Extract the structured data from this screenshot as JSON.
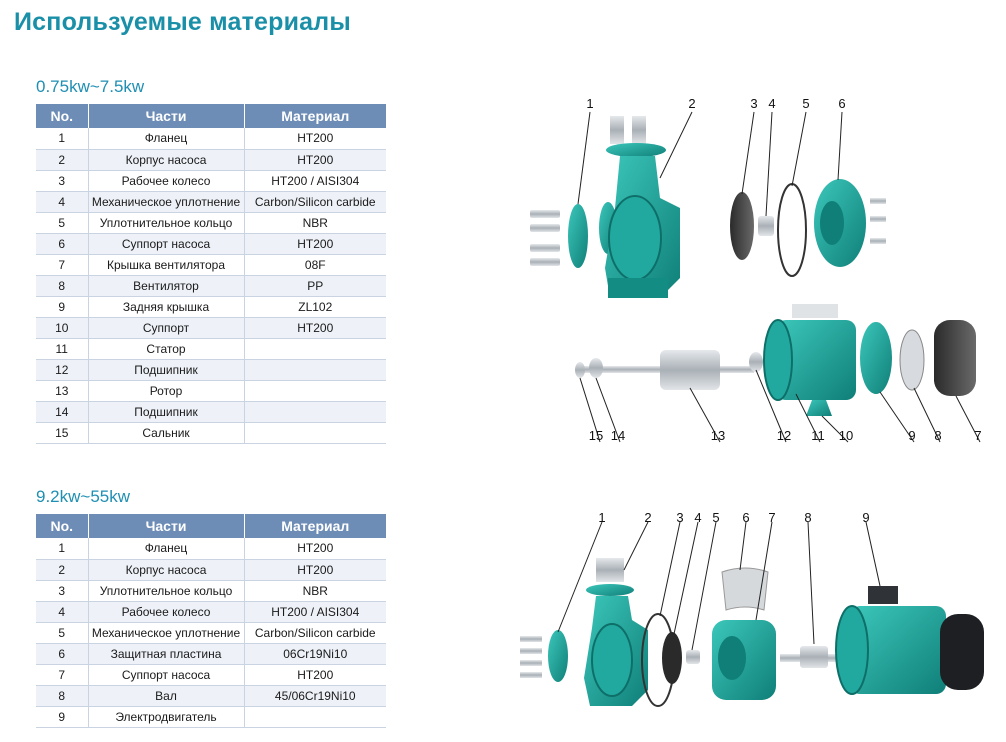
{
  "title": "Используемые материалы",
  "sections": [
    {
      "range": "0.75kw~7.5kw",
      "headers": [
        "No.",
        "Части",
        "Материал"
      ],
      "rows": [
        {
          "no": "1",
          "part": "Фланец",
          "material": "HT200"
        },
        {
          "no": "2",
          "part": "Корпус насоса",
          "material": "HT200"
        },
        {
          "no": "3",
          "part": "Рабочее колесо",
          "material": "HT200 / AISI304"
        },
        {
          "no": "4",
          "part": "Механическое уплотнение",
          "material": "Carbon/Silicon carbide"
        },
        {
          "no": "5",
          "part": "Уплотнительное кольцо",
          "material": "NBR"
        },
        {
          "no": "6",
          "part": "Суппорт насоса",
          "material": "HT200"
        },
        {
          "no": "7",
          "part": "Крышка вентилятора",
          "material": "08F"
        },
        {
          "no": "8",
          "part": "Вентилятор",
          "material": "PP"
        },
        {
          "no": "9",
          "part": "Задняя крышка",
          "material": "ZL102"
        },
        {
          "no": "10",
          "part": "Суппорт",
          "material": "HT200"
        },
        {
          "no": "11",
          "part": "Статор",
          "material": ""
        },
        {
          "no": "12",
          "part": "Подшипник",
          "material": ""
        },
        {
          "no": "13",
          "part": "Ротор",
          "material": ""
        },
        {
          "no": "14",
          "part": "Подшипник",
          "material": ""
        },
        {
          "no": "15",
          "part": "Сальник",
          "material": ""
        }
      ],
      "callouts": [
        "1",
        "2",
        "3",
        "4",
        "5",
        "6",
        "15",
        "14",
        "13",
        "12",
        "11",
        "10",
        "9",
        "8",
        "7"
      ]
    },
    {
      "range": "9.2kw~55kw",
      "headers": [
        "No.",
        "Части",
        "Материал"
      ],
      "rows": [
        {
          "no": "1",
          "part": "Фланец",
          "material": "HT200"
        },
        {
          "no": "2",
          "part": "Корпус насоса",
          "material": "HT200"
        },
        {
          "no": "3",
          "part": "Уплотнительное кольцо",
          "material": "NBR"
        },
        {
          "no": "4",
          "part": "Рабочее колесо",
          "material": "HT200 / AISI304"
        },
        {
          "no": "5",
          "part": "Механическое уплотнение",
          "material": "Carbon/Silicon carbide"
        },
        {
          "no": "6",
          "part": "Защитная пластина",
          "material": "06Cr19Ni10"
        },
        {
          "no": "7",
          "part": "Суппорт насоса",
          "material": "HT200"
        },
        {
          "no": "8",
          "part": "Вал",
          "material": "45/06Cr19Ni10"
        },
        {
          "no": "9",
          "part": "Электродвигатель",
          "material": ""
        }
      ],
      "callouts": [
        "1",
        "2",
        "3",
        "4",
        "5",
        "6",
        "7",
        "8",
        "9"
      ]
    }
  ],
  "colors": {
    "title": "#1a8fa8",
    "range": "#1f8fb3",
    "header_bg": "#6e8db6",
    "alt_row": "#eef2f8",
    "pump_teal": "#1aa59a"
  }
}
